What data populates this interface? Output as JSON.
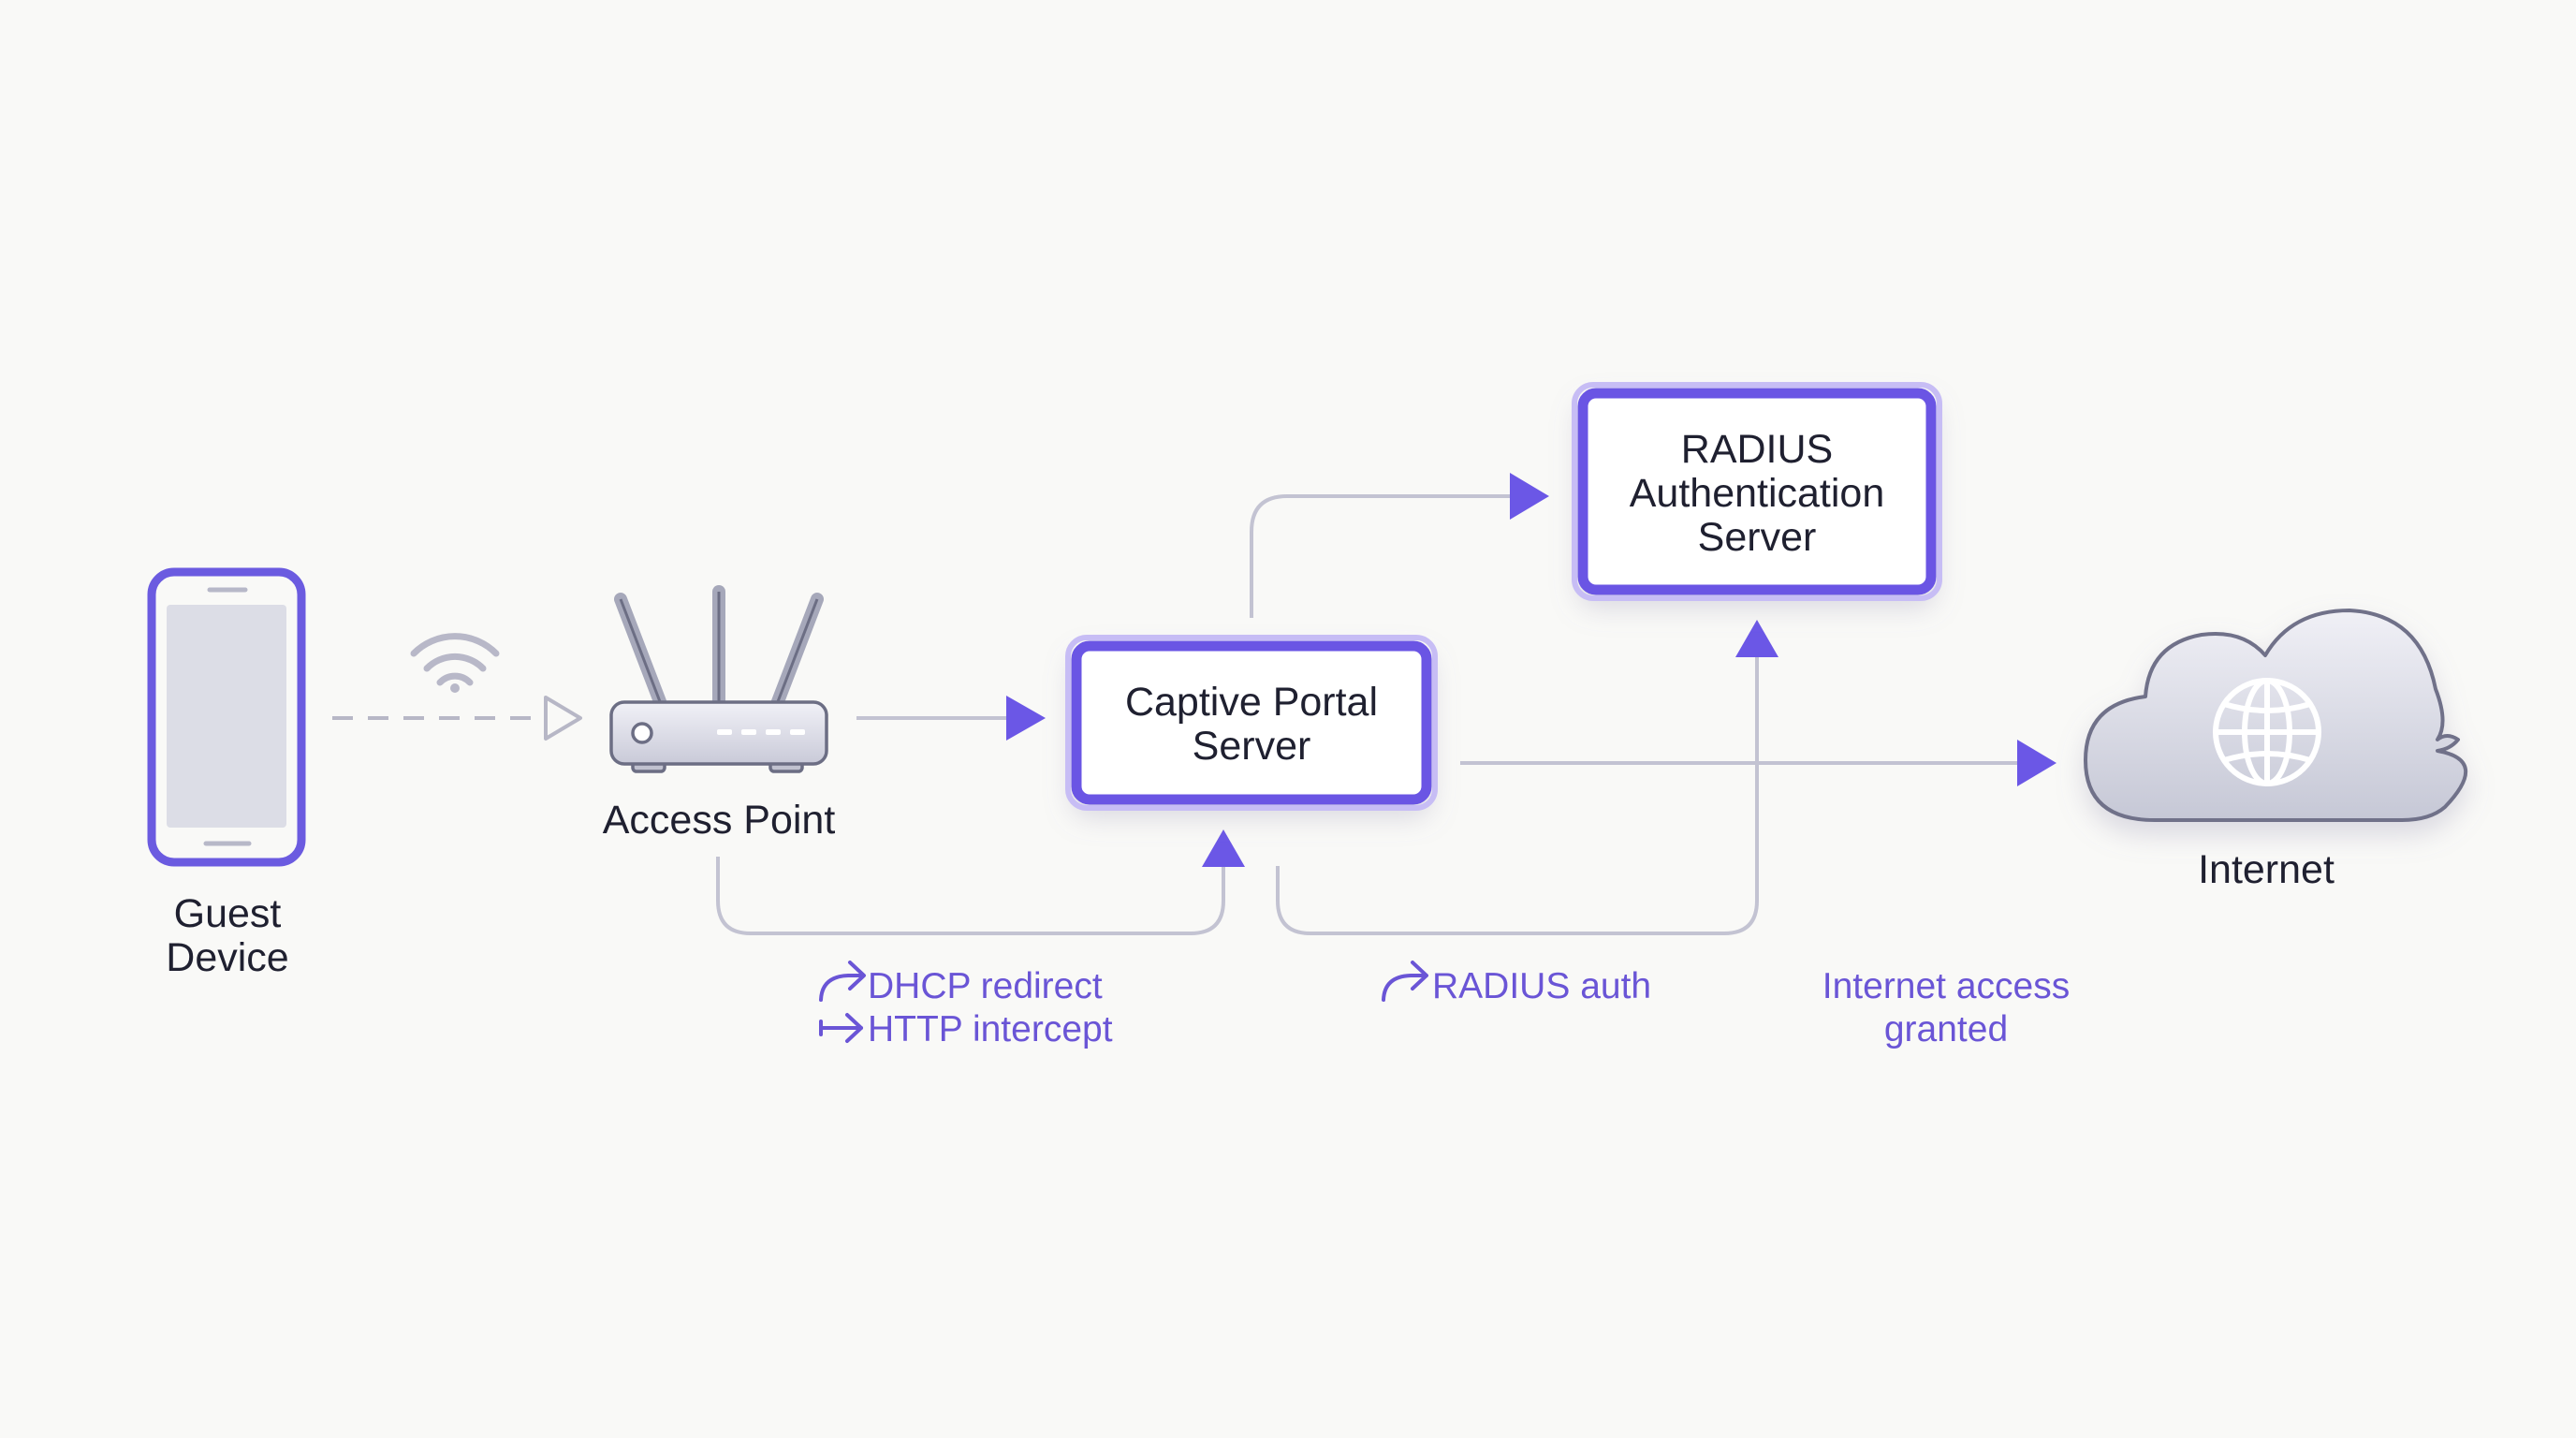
{
  "nodes": {
    "guest_device": {
      "line1": "Guest",
      "line2": "Device"
    },
    "access_point": {
      "label": "Access Point"
    },
    "captive_portal": {
      "line1": "Captive Portal",
      "line2": "Server"
    },
    "radius_server": {
      "line1": "RADIUS",
      "line2": "Authentication",
      "line3": "Server"
    },
    "internet": {
      "label": "Internet"
    }
  },
  "annotations": {
    "dhcp_redirect": "DHCP redirect",
    "http_intercept": "HTTP intercept",
    "radius_auth": "RADIUS auth",
    "internet_access_line1": "Internet access",
    "internet_access_line2": "granted"
  },
  "colors": {
    "accent": "#6a55e4",
    "annotation_text": "#6a55d6",
    "connector": "#c3c3d2",
    "label_text": "#1f2030"
  },
  "icons": {
    "guest_device": "smartphone-icon",
    "wifi": "wifi-icon",
    "access_point": "router-icon",
    "internet": "cloud-globe-icon",
    "annotation_arrow": "curved-arrow-icon"
  }
}
